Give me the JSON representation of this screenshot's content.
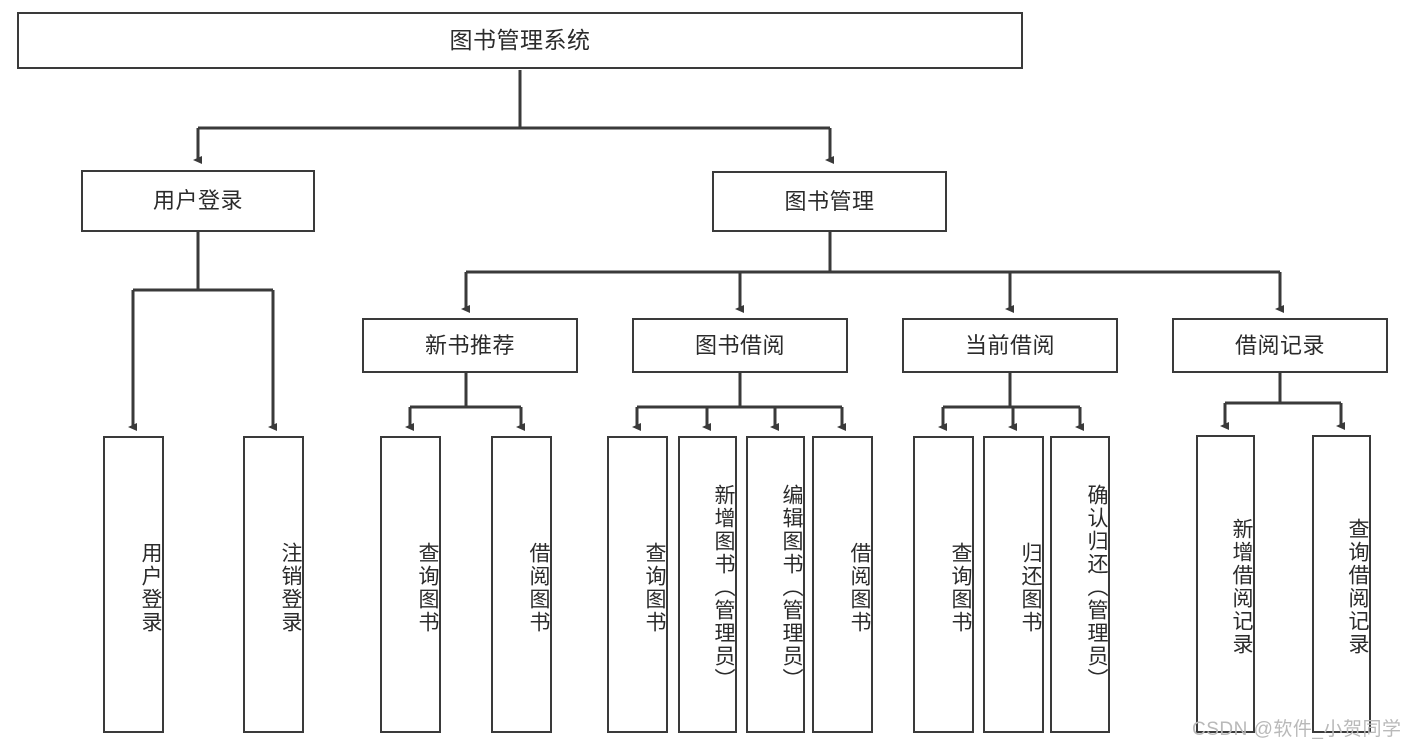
{
  "diagram": {
    "title": "图书管理系统",
    "type": "tree",
    "colors": {
      "stroke": "#3a3a3a",
      "fill": "#ffffff",
      "text": "#2b2b2b",
      "watermark": "#b9b9b9"
    },
    "root": {
      "label": "图书管理系统"
    },
    "level1": [
      {
        "label": "用户登录"
      },
      {
        "label": "图书管理"
      }
    ],
    "level2": [
      {
        "label": "新书推荐"
      },
      {
        "label": "图书借阅"
      },
      {
        "label": "当前借阅"
      },
      {
        "label": "借阅记录"
      }
    ],
    "leaves": {
      "user_login": [
        {
          "label": "用户登录"
        },
        {
          "label": "注销登录"
        }
      ],
      "new_book_recommend": [
        {
          "label": "查询图书"
        },
        {
          "label": "借阅图书"
        }
      ],
      "book_borrow": [
        {
          "label": "查询图书"
        },
        {
          "label": "新增图书（管理员）"
        },
        {
          "label": "编辑图书（管理员）"
        },
        {
          "label": "借阅图书"
        }
      ],
      "current_borrow": [
        {
          "label": "查询图书"
        },
        {
          "label": "归还图书"
        },
        {
          "label": "确认归还（管理员）"
        }
      ],
      "borrow_record": [
        {
          "label": "新增借阅记录"
        },
        {
          "label": "查询借阅记录"
        }
      ]
    }
  },
  "watermark": {
    "text": "CSDN @软件_小贺同学"
  }
}
